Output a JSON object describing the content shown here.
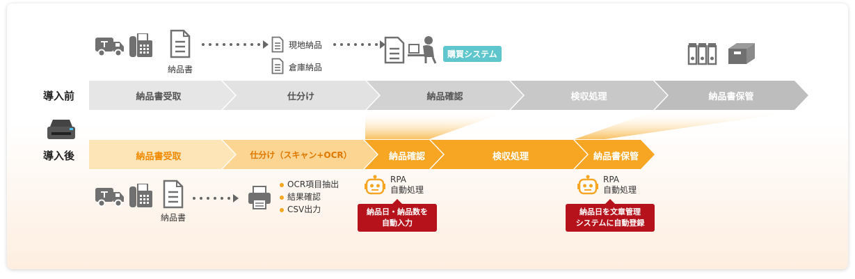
{
  "before": {
    "row_label": "導入前",
    "steps": [
      "納品書受取",
      "仕分け",
      "納品確認",
      "検収処理",
      "納品書保管"
    ],
    "doc_label": "納品書",
    "branch_local": "現地納品",
    "branch_warehouse": "倉庫納品",
    "system_tag": "購買システム"
  },
  "after": {
    "row_label": "導入後",
    "steps": [
      "納品書受取",
      "仕分け（スキャン+OCR）",
      "納品確認",
      "検収処理",
      "納品書保管"
    ],
    "doc_label": "納品書",
    "bullets": [
      "OCR項目抽出",
      "結果確認",
      "CSV出力"
    ],
    "rpa1": {
      "line1": "RPA",
      "line2": "自動処理"
    },
    "rpa2": {
      "line1": "RPA",
      "line2": "自動処理"
    },
    "callout1": {
      "line1": "納品日・納品数を",
      "line2": "自動入力"
    },
    "callout2": {
      "line1": "納品日を文章管理",
      "line2": "システムに自動登録"
    }
  },
  "colors": {
    "before_step": "#e6e6e6",
    "after_orange": "#f6a623",
    "after_light": "#fde5b8",
    "system_tag": "#5ec6cc",
    "callout": "#b5121b",
    "icon_gray": "#707070"
  }
}
